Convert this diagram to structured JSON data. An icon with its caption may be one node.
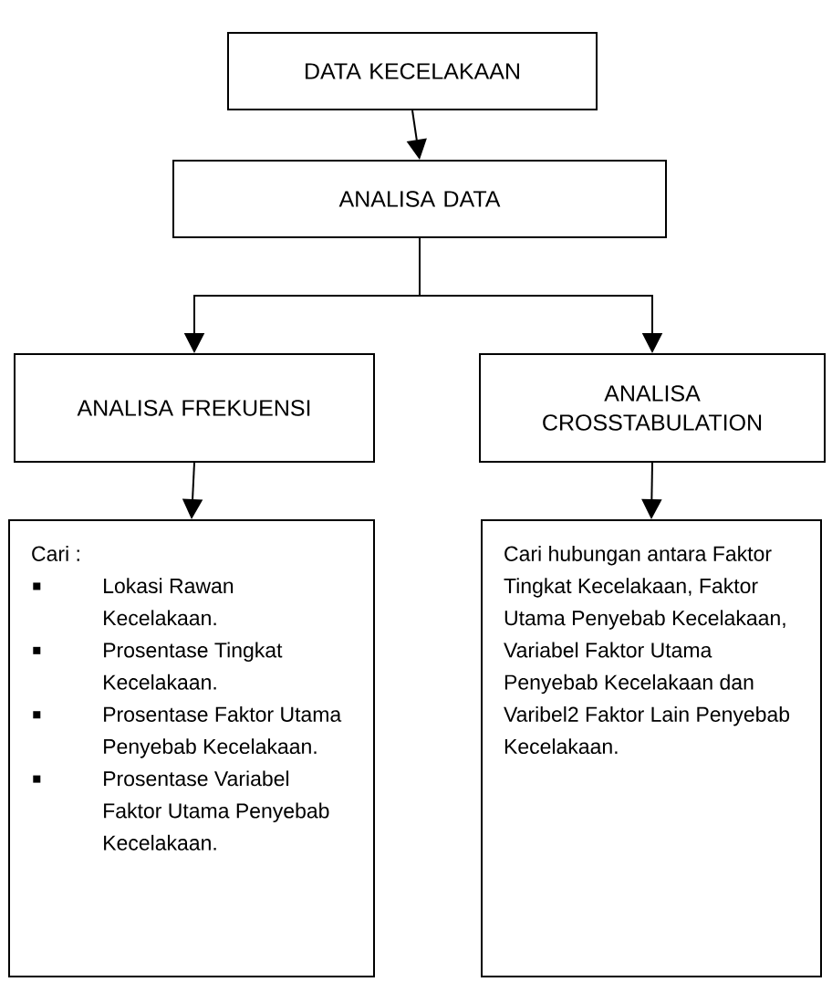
{
  "diagram": {
    "nodes": [
      {
        "text": [
          "DATA KECELAKAAN"
        ]
      },
      {
        "text": [
          "ANALISA DATA"
        ]
      },
      {
        "text": [
          "ANALISA FREKUENSI"
        ]
      },
      {
        "text": [
          "ANALISA CROSSTABULATION"
        ]
      },
      {
        "text": [
          "Cari :",
          "Lokasi Rawan Kecelakaan.",
          "Prosentase Tingkat Kecelakaan.",
          "Prosentase Faktor Utama Penyebab Kecelakaan.",
          "Prosentase Variabel Faktor Utama Penyebab Kecelakaan."
        ]
      },
      {
        "text": [
          "Cari hubungan antara Faktor Tingkat Kecelakaan, Faktor Utama Penyebab Kecelakaan, Variabel Faktor Utama Penyebab Kecelakaan dan Varibel2 Faktor Lain Penyebab Kecelakaan."
        ]
      }
    ],
    "edges": [
      {
        "from": 0,
        "to": 1,
        "arrow": "to"
      },
      {
        "from": 1,
        "to": 2,
        "arrow": "to"
      },
      {
        "from": 1,
        "to": 3,
        "arrow": "to"
      },
      {
        "from": 2,
        "to": 4,
        "arrow": "to"
      },
      {
        "from": 3,
        "to": 5,
        "arrow": "to"
      }
    ]
  }
}
